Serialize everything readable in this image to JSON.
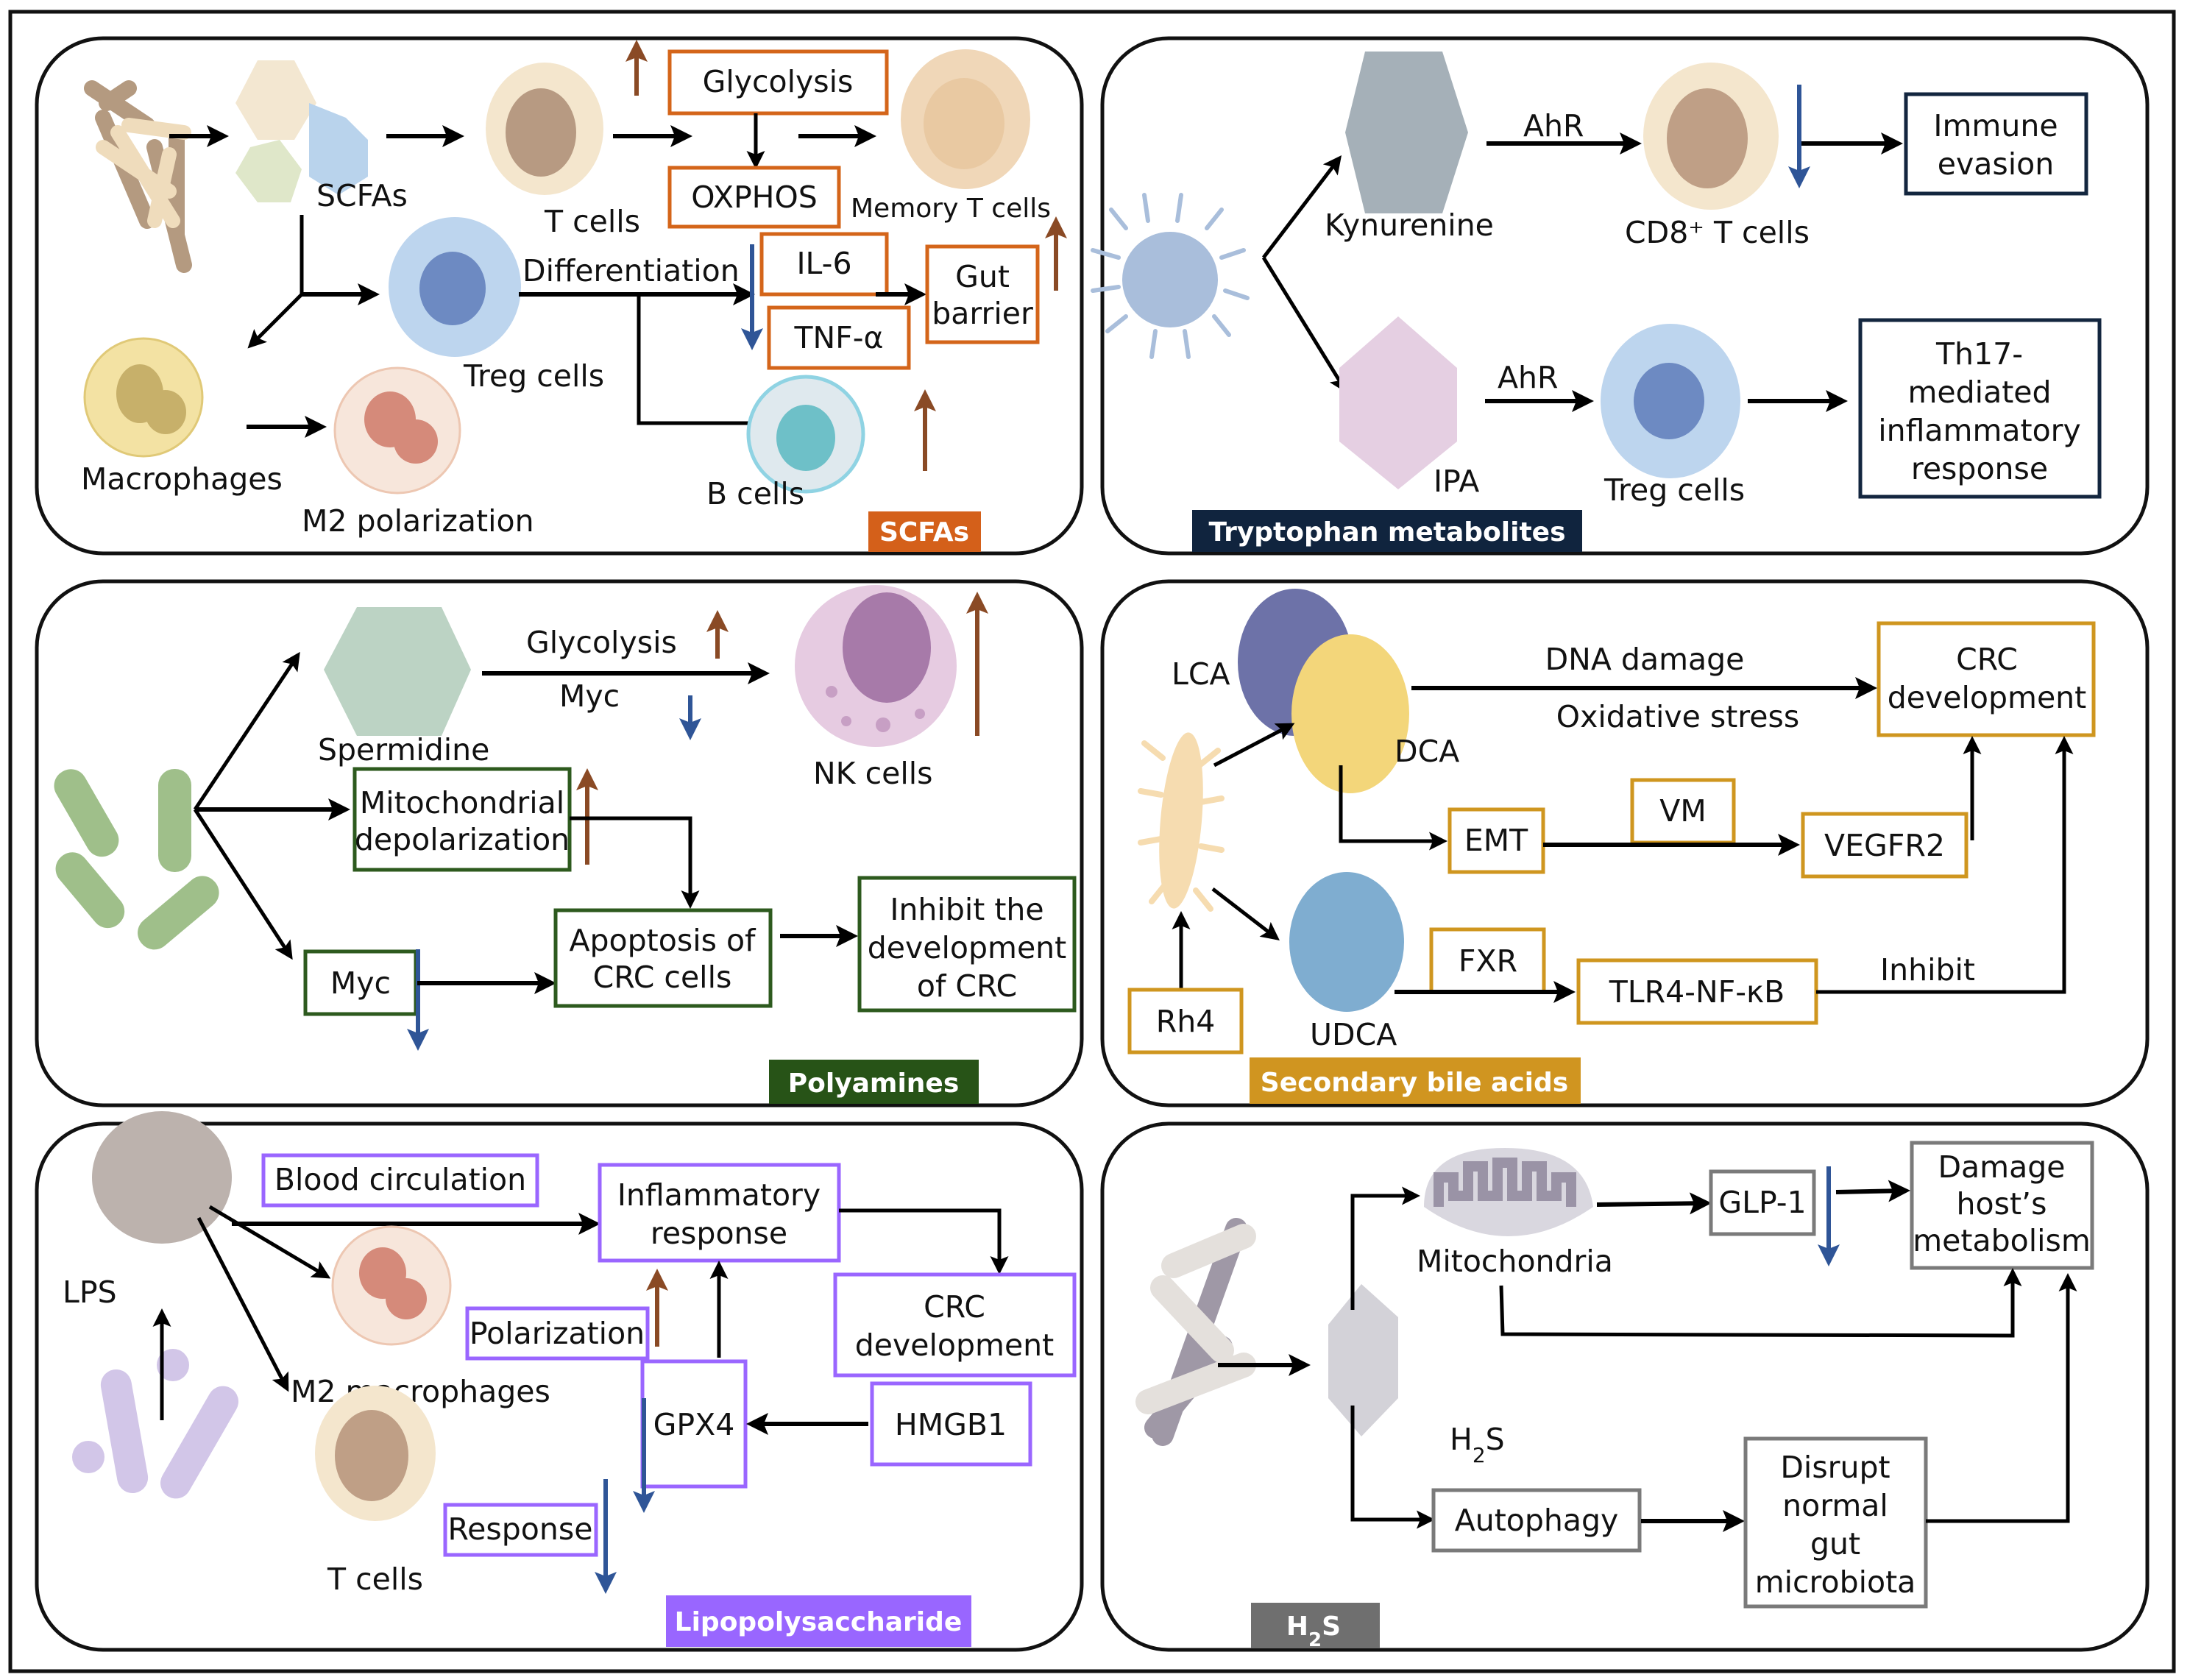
{
  "figure": {
    "panels": {
      "scfas": {
        "badge": "SCFAs",
        "badge_color": "#d4601a",
        "labels": {
          "scfas": "SCFAs",
          "t_cells": "T cells",
          "memory_t_cells": "Memory T cells",
          "treg_cells": "Treg cells",
          "differentiation": "Differentiation",
          "macrophages": "Macrophages",
          "m2_polarization": "M2 polarization",
          "b_cells": "B cells"
        },
        "boxes": {
          "glycolysis": "Glycolysis",
          "oxphos": "OXPHOS",
          "il6": "IL-6",
          "tnfa": "TNF-α",
          "gut_barrier_1": "Gut",
          "gut_barrier_2": "barrier"
        }
      },
      "tryptophan": {
        "badge": "Tryptophan metabolites",
        "badge_color": "#10243e",
        "labels": {
          "kynurenine": "Kynurenine",
          "ahr_top": "AhR",
          "cd8": "CD8⁺ T cells",
          "ipa": "IPA",
          "ahr_bottom": "AhR",
          "treg": "Treg cells"
        },
        "boxes": {
          "immune_evasion_1": "Immune",
          "immune_evasion_2": "evasion",
          "th17_1": "Th17-",
          "th17_2": "mediated",
          "th17_3": "inflammatory",
          "th17_4": "response"
        }
      },
      "polyamines": {
        "badge": "Polyamines",
        "badge_color": "#275317",
        "labels": {
          "spermidine": "Spermidine",
          "glycolysis": "Glycolysis",
          "myc_top": "Myc",
          "nk_cells": "NK cells"
        },
        "boxes": {
          "mito_1": "Mitochondrial",
          "mito_2": "depolarization",
          "myc": "Myc",
          "apoptosis_1": "Apoptosis of",
          "apoptosis_2": "CRC cells",
          "inhibit_1": "Inhibit the",
          "inhibit_2": "development",
          "inhibit_3": "of CRC"
        }
      },
      "bile_acids": {
        "badge": "Secondary bile acids",
        "badge_color": "#d09520",
        "labels": {
          "lca": "LCA",
          "dca": "DCA",
          "udca": "UDCA",
          "dna_damage": "DNA damage",
          "oxidative_stress": "Oxidative stress",
          "inhibit": "Inhibit"
        },
        "boxes": {
          "crc_1": "CRC",
          "crc_2": "development",
          "emt": "EMT",
          "vm": "VM",
          "vegfr2": "VEGFR2",
          "rh4": "Rh4",
          "fxr": "FXR",
          "tlr4": "TLR4-NF-κB"
        }
      },
      "lps": {
        "badge": "Lipopolysaccharide",
        "badge_color": "#9966ff",
        "labels": {
          "lps": "LPS",
          "m2_macrophages": "M2 macrophages",
          "t_cells": "T cells"
        },
        "boxes": {
          "blood": "Blood circulation",
          "inflam_1": "Inflammatory",
          "inflam_2": "response",
          "crc_1": "CRC",
          "crc_2": "development",
          "polarization": "Polarization",
          "gpx4": "GPX4",
          "hmgb1": "HMGB1",
          "response": "Response"
        }
      },
      "h2s": {
        "badge_main": "H",
        "badge_sub": "2",
        "badge_tail": "S",
        "badge_color": "#6f6f6f",
        "labels": {
          "mitochondria": "Mitochondria",
          "h2s_main": "H",
          "h2s_sub": "2",
          "h2s_tail": "S"
        },
        "boxes": {
          "glp1": "GLP-1",
          "damage_1": "Damage",
          "damage_2": "host’s",
          "damage_3": "metabolism",
          "autophagy": "Autophagy",
          "disrupt_1": "Disrupt",
          "disrupt_2": "normal",
          "disrupt_3": "gut",
          "disrupt_4": "microbiota"
        }
      }
    }
  }
}
